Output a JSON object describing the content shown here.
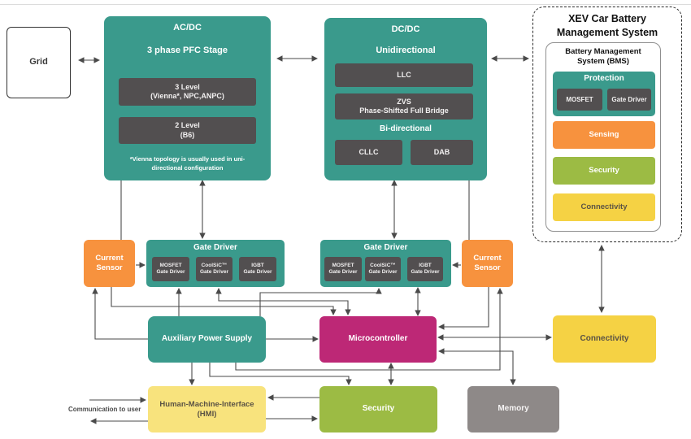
{
  "diagram": {
    "grid": {
      "label": "Grid"
    },
    "acdc": {
      "title": "AC/DC",
      "subtitle": "3 phase PFC Stage",
      "option1_line1": "3 Level",
      "option1_line2": "(Vienna*, NPC,ANPC)",
      "option2_line1": "2 Level",
      "option2_line2": "(B6)",
      "footnote_line1": "*Vienna topology is usually used in uni-",
      "footnote_line2": "directional configuration"
    },
    "dcdc": {
      "title": "DC/DC",
      "section1": "Unidirectional",
      "box1": "LLC",
      "box2_line1": "ZVS",
      "box2_line2": "Phase-Shifted Full Bridge",
      "section2": "Bi-directional",
      "box3": "CLLC",
      "box4": "DAB"
    },
    "bms": {
      "title_line1": "XEV Car Battery",
      "title_line2": "Management System",
      "inner_title_line1": "Battery Management",
      "inner_title_line2": "System (BMS)",
      "protection": {
        "title": "Protection",
        "box1": "MOSFET",
        "box2": "Gate Driver"
      },
      "sensing": "Sensing",
      "security": "Security",
      "connectivity": "Connectivity"
    },
    "current_sensor_left": {
      "line1": "Current",
      "line2": "Sensor"
    },
    "current_sensor_right": {
      "line1": "Current",
      "line2": "Sensor"
    },
    "gate_driver_left": {
      "title": "Gate Driver",
      "items": [
        {
          "line1": "MOSFET",
          "line2": "Gate Driver"
        },
        {
          "line1": "CoolSiC™",
          "line2": "Gate Driver"
        },
        {
          "line1": "IGBT",
          "line2": "Gate Driver"
        }
      ]
    },
    "gate_driver_right": {
      "title": "Gate Driver",
      "items": [
        {
          "line1": "MOSFET",
          "line2": "Gate Driver"
        },
        {
          "line1": "CoolSiC™",
          "line2": "Gate Driver"
        },
        {
          "line1": "IGBT",
          "line2": "Gate Driver"
        }
      ]
    },
    "aux_power_supply": "Auxiliary Power Supply",
    "microcontroller": "Microcontroller",
    "connectivity": "Connectivity",
    "hmi": {
      "line1": "Human-Machine-Interface",
      "line2": "(HMI)"
    },
    "security": "Security",
    "memory": "Memory",
    "comm_label": "Communication to user"
  },
  "colors": {
    "teal": "#3a9a8c",
    "dark_box": "#524f50",
    "orange": "#f7923e",
    "magenta": "#bd2876",
    "green": "#9cbb44",
    "yellow": "#f5d244",
    "yellow_light": "#f8e37d",
    "gray": "#8e8988",
    "line": "#4a4a4a"
  }
}
